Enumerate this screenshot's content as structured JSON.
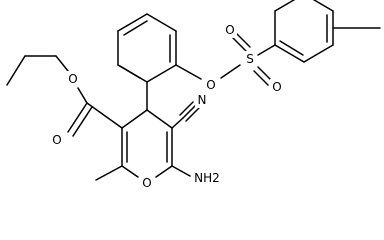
{
  "structure": {
    "labels": {
      "ester_o_upper": "O",
      "ester_o_lower": "O",
      "nitrile_n": "N",
      "ring_o": "O",
      "amino": "NH2",
      "aryl_o": "O",
      "sulfur": "S",
      "sulfonyl_o_left": "O",
      "sulfonyl_o_right": "O"
    }
  }
}
